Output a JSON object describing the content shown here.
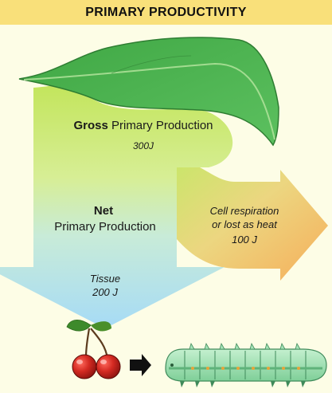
{
  "title": "PRIMARY PRODUCTIVITY",
  "gross": {
    "bold": "Gross",
    "rest": " Primary Production",
    "value": "300J"
  },
  "net": {
    "bold": "Net",
    "rest": "Primary Production"
  },
  "respiration": {
    "line1": "Cell respiration",
    "line2": "or lost as heat",
    "value": "100 J"
  },
  "tissue": {
    "label": "Tissue",
    "value": "200 J"
  },
  "icons": [
    "leaf-icon",
    "cherry-icon",
    "arrow-right-icon",
    "caterpillar-icon"
  ],
  "colors": {
    "title_bg": "#f9e07a",
    "leaf": "#4caf50",
    "gross_band": "#c6e86a",
    "tissue_band": "#a8dcf5",
    "heat_band": "#f7b25c",
    "cherry": "#c62828",
    "caterpillar": "#a6e3b8"
  }
}
